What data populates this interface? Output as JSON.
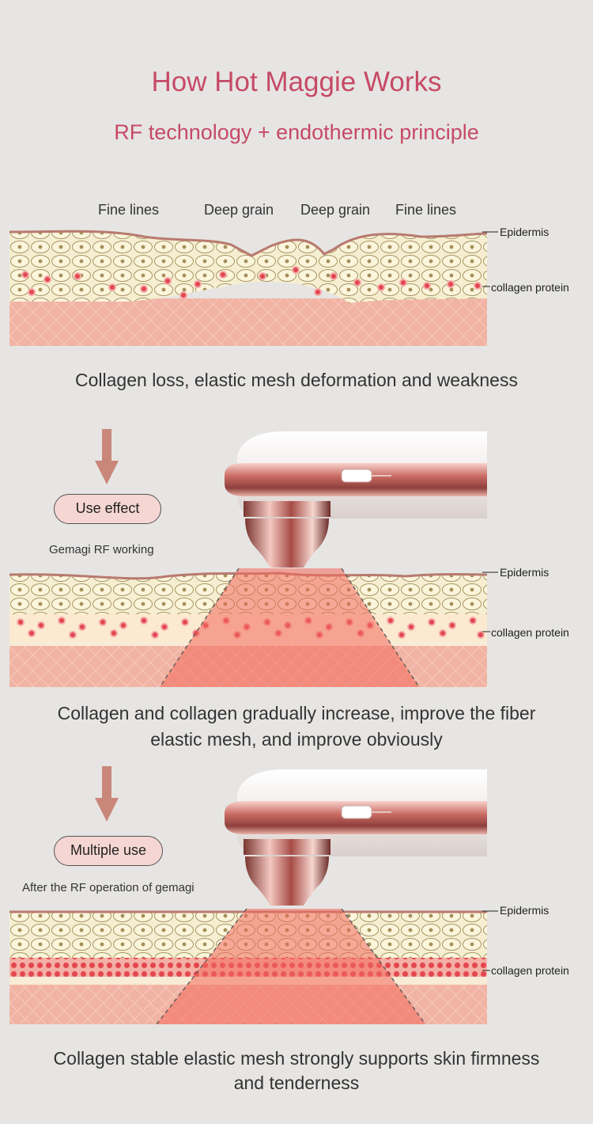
{
  "header": {
    "title": "How Hot Maggie Works",
    "subtitle": "RF technology + endothermic principle"
  },
  "panel1": {
    "top_labels": [
      "Fine lines",
      "Deep grain",
      "Deep grain",
      "Fine lines"
    ],
    "epidermis_label": "Epidermis",
    "collagen_label": "collagen protein",
    "caption": "Collagen loss, elastic mesh deformation and weakness"
  },
  "panel2": {
    "pill_label": "Use effect",
    "note": "Gemagi RF working",
    "epidermis_label": "Epidermis",
    "collagen_label": "collagen protein",
    "caption_line1": "Collagen and collagen gradually increase, improve the fiber",
    "caption_line2": "elastic mesh, and improve obviously"
  },
  "panel3": {
    "pill_label": "Multiple use",
    "note": "After the RF operation of gemagi",
    "epidermis_label": "Epidermis",
    "collagen_label": "collagen protein",
    "caption_line1": "Collagen stable elastic mesh strongly supports skin firmness",
    "caption_line2": "and tenderness"
  },
  "colors": {
    "accent": "#c64a66",
    "arrow": "#c9877a",
    "pill_fill": "#f5d6d2",
    "cell_fill": "#f6eed0",
    "collagen": "#e2474f",
    "dermis": "#f1b3a3"
  }
}
